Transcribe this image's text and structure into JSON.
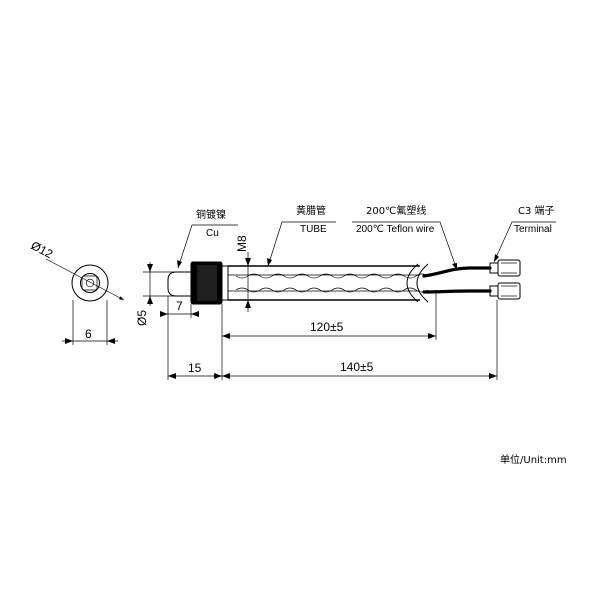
{
  "labels": {
    "cu_cn": "铜镀镍",
    "cu_en": "Cu",
    "tube_cn": "黄腊管",
    "tube_en": "TUBE",
    "wire_cn": "200℃氟塑线",
    "wire_en": "200℃ Teflon wire",
    "terminal_cn": "C3 端子",
    "terminal_en": "Terminal",
    "unit": "单位/Unit:mm"
  },
  "dimensions": {
    "dia_12": "Ø12",
    "width_6": "6",
    "dia_5": "Ø5",
    "thread_m8": "M8",
    "len_7": "7",
    "len_120": "120±5",
    "len_15": "15",
    "len_140": "140±5"
  }
}
